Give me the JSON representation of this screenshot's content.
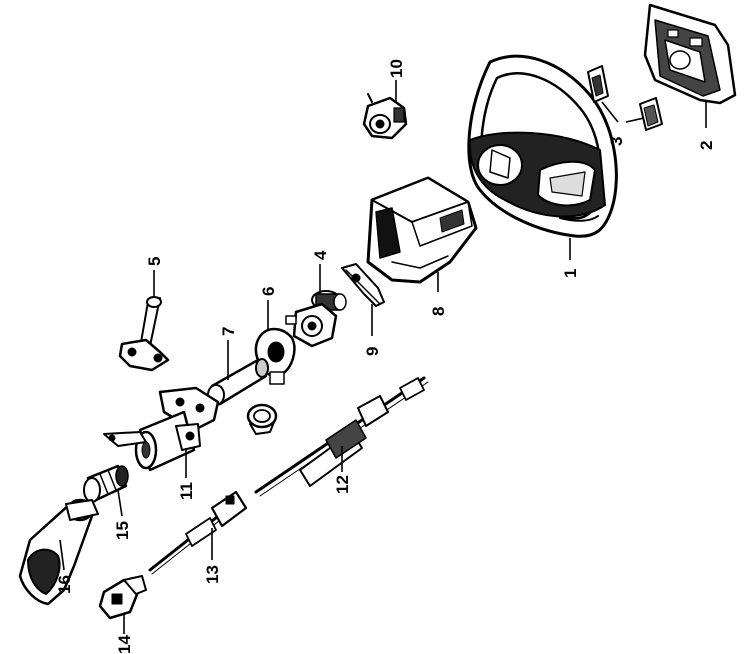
{
  "diagram": {
    "background": "#ffffff",
    "ink": "#000000",
    "callouts": [
      {
        "id": "1",
        "label": "1"
      },
      {
        "id": "2",
        "label": "2"
      },
      {
        "id": "3",
        "label": "3"
      },
      {
        "id": "4",
        "label": "4"
      },
      {
        "id": "5",
        "label": "5"
      },
      {
        "id": "6",
        "label": "6"
      },
      {
        "id": "7",
        "label": "7"
      },
      {
        "id": "8",
        "label": "8"
      },
      {
        "id": "9",
        "label": "9"
      },
      {
        "id": "10",
        "label": "10"
      },
      {
        "id": "11",
        "label": "11"
      },
      {
        "id": "12",
        "label": "12"
      },
      {
        "id": "13",
        "label": "13"
      },
      {
        "id": "14",
        "label": "14"
      },
      {
        "id": "15",
        "label": "15"
      },
      {
        "id": "16",
        "label": "16"
      }
    ]
  }
}
